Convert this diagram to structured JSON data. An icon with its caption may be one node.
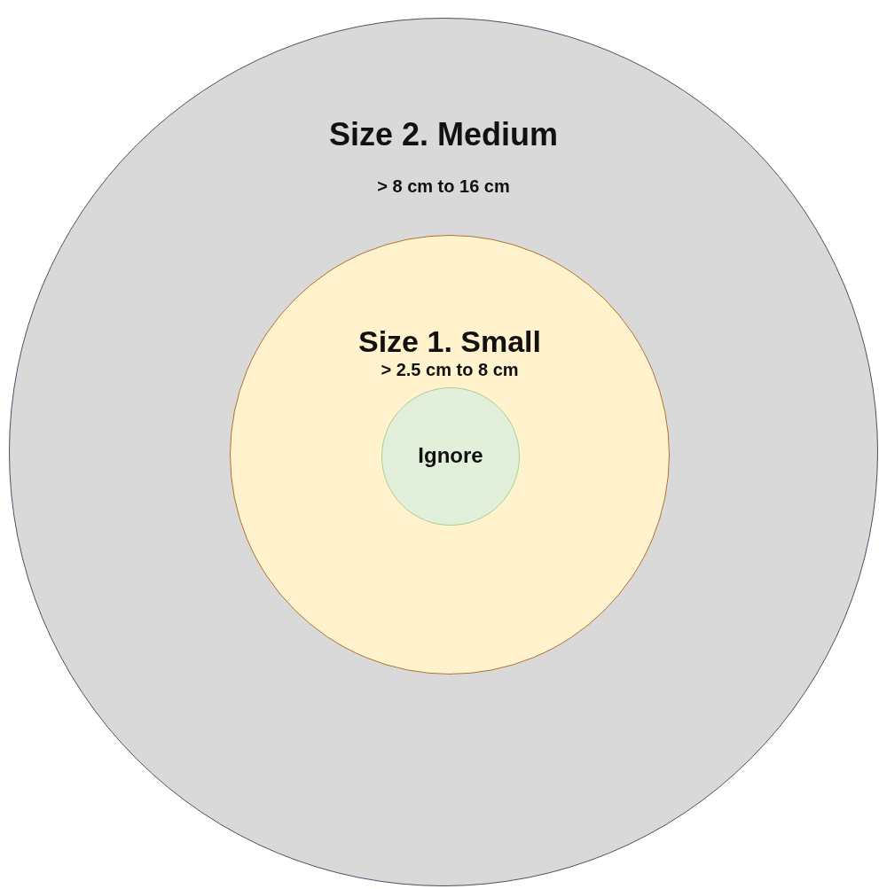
{
  "diagram": {
    "nodes": [
      {
        "text": [
          "Size 2. Medium",
          "> 8 cm to 16 cm"
        ]
      },
      {
        "text": [
          "Size 1. Small",
          "> 2.5 cm to 8 cm"
        ],
        "in": 0
      },
      {
        "text": [
          "Ignore"
        ],
        "in": 1
      }
    ]
  }
}
